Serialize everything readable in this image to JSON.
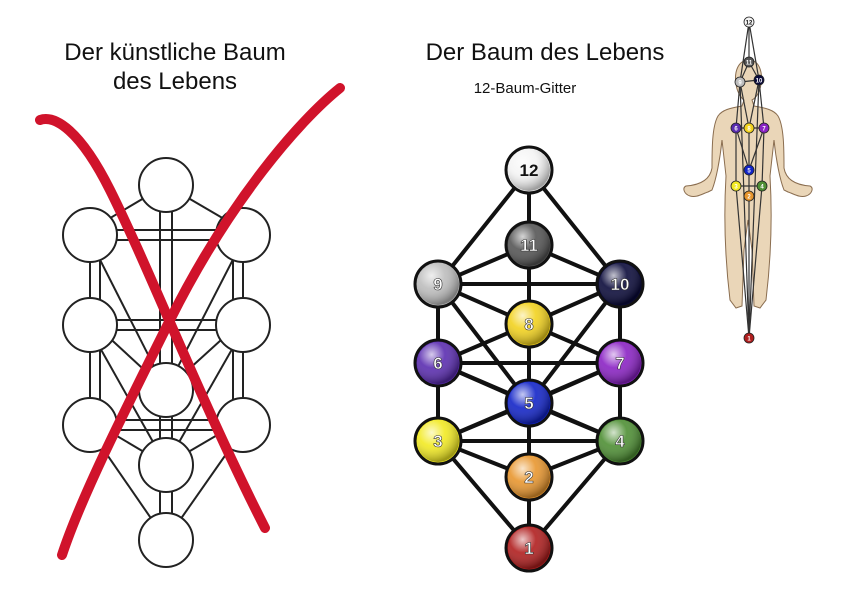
{
  "left_panel": {
    "title_line1": "Der künstliche Baum",
    "title_line2": "des Lebens"
  },
  "right_panel": {
    "title": "Der Baum des Lebens",
    "subtitle": "12-Baum-Gitter"
  },
  "colors": {
    "cross": "#d0132b",
    "node_1": "#b01e1e",
    "node_2": "#e8962e",
    "node_3": "#f2ea22",
    "node_4": "#4e8f34",
    "node_5": "#1224c8",
    "node_6": "#5a2cb0",
    "node_7": "#8a22c4",
    "node_8": "#f2d21e",
    "node_9": "#bdbdbd",
    "node_10": "#0a0a3a",
    "node_11": "#555555",
    "node_12": "#f4f4f4",
    "body": "#ead6b8"
  },
  "tree_nodes": [
    {
      "label": "1"
    },
    {
      "label": "2"
    },
    {
      "label": "3"
    },
    {
      "label": "4"
    },
    {
      "label": "5"
    },
    {
      "label": "6"
    },
    {
      "label": "7"
    },
    {
      "label": "8"
    },
    {
      "label": "9"
    },
    {
      "label": "10"
    },
    {
      "label": "11"
    },
    {
      "label": "12"
    }
  ]
}
